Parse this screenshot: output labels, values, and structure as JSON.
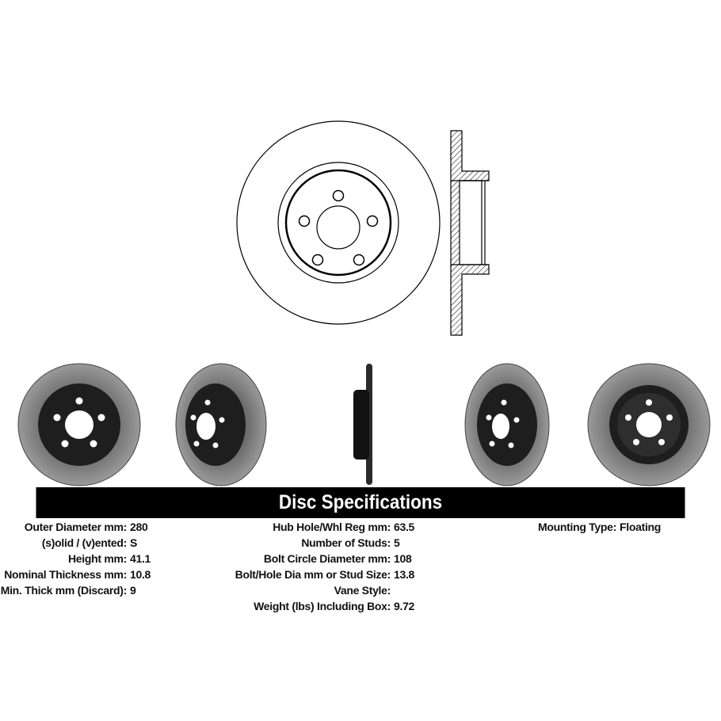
{
  "banner_title": "Disc Specifications",
  "specs": {
    "col1": [
      {
        "label": "Outer Diameter mm:",
        "value": "280"
      },
      {
        "label": "(s)olid / (v)ented:",
        "value": "S"
      },
      {
        "label": "Height mm:",
        "value": "41.1"
      },
      {
        "label": "Nominal Thickness mm:",
        "value": "10.8"
      },
      {
        "label": "Min. Thick mm (Discard):",
        "value": "9"
      }
    ],
    "col2": [
      {
        "label": "Hub Hole/Whl Reg mm:",
        "value": "63.5"
      },
      {
        "label": "Number of Studs:",
        "value": "5"
      },
      {
        "label": "Bolt Circle Diameter mm:",
        "value": "108"
      },
      {
        "label": "Bolt/Hole Dia mm or Stud Size:",
        "value": "13.8"
      },
      {
        "label": "Vane Style:",
        "value": ""
      },
      {
        "label": "Weight (lbs) Including Box:",
        "value": "9.72"
      }
    ],
    "col3": [
      {
        "label": "Mounting Type:",
        "value": "Floating"
      }
    ]
  },
  "colors": {
    "disc_face": "#262626",
    "disc_ring": "#8a8a8a",
    "banner": "#000000"
  }
}
